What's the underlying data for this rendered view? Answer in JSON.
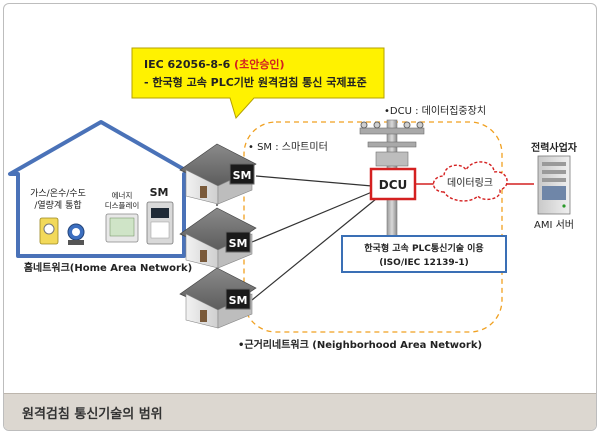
{
  "standard_box": {
    "line1_prefix": "IEC 62056-8-6 ",
    "line1_emph": "(초안승인)",
    "line2": "- 한국형 고속 PLC기반 원격검침 통신 국제표준"
  },
  "labels": {
    "dcu_note": "•DCU : 데이터집중장치",
    "sm_note": "• SM : 스마트미터",
    "home_area": "홈네트워크(Home Area Network)",
    "neighborhood": "•근거리네트워크 (Neighborhood Area Network)",
    "power_company": "전력사업자",
    "ami_server": "AMI 서버",
    "data_link": "데이터링크",
    "dcu": "DCU",
    "sm": "SM",
    "home_sm": "SM",
    "gas_meter_1": "가스/온수/수도",
    "gas_meter_2": "/열량계 통합",
    "energy_display_1": "에너지",
    "energy_display_2": "디스플레이"
  },
  "plc_box": {
    "line1": "한국형 고속 PLC통신기술 이용",
    "line2": "(ISO/IEC 12139-1)"
  },
  "caption": "원격검침 통신기술의 범위",
  "colors": {
    "accent_red": "#d42020",
    "standard_bg": "#fff200",
    "dashed_orange": "#f0a020",
    "plc_border": "#3a6fb5",
    "home_border": "#4a72b8"
  }
}
